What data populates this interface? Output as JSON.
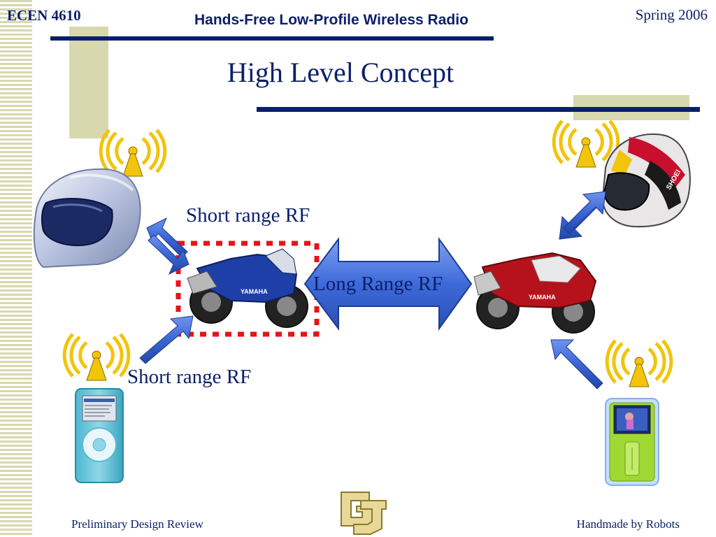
{
  "header": {
    "course": "ECEN 4610",
    "title": "Hands-Free Low-Profile Wireless Radio",
    "semester": "Spring 2006"
  },
  "slide": {
    "title": "High Level Concept"
  },
  "diagram": {
    "short_rf_top": "Short range RF",
    "short_rf_bottom": "Short range RF",
    "long_rf": "Long Range RF",
    "bike_left_brand": "YAMAHA",
    "bike_right_brand": "YAMAHA",
    "helmet_right_brand": "SHOEI"
  },
  "footer": {
    "left": "Preliminary Design Review",
    "right": "Handmade by Robots"
  },
  "colors": {
    "navy": "#0a1f6b",
    "khaki": "#d7d8ad",
    "arrow_blue": "#3a66d6",
    "antenna_yellow": "#f2c40a",
    "dotted_red": "#e8121b"
  }
}
